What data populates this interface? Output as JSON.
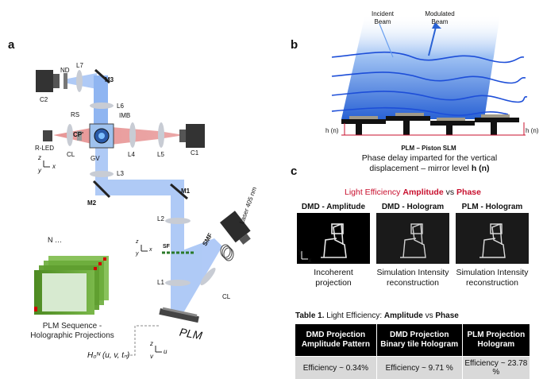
{
  "panel_labels": {
    "a": "a",
    "b": "b",
    "c": "c"
  },
  "setup": {
    "components": {
      "nd": "ND",
      "l7": "L7",
      "m3": "M3",
      "c2": "C2",
      "rs": "RS",
      "imb": "IMB",
      "l6": "L6",
      "cp": "CP'",
      "rled": "R-LED",
      "cl_left": "CL",
      "gv": "GV",
      "l4": "L4",
      "l5": "L5",
      "c1": "C1",
      "l3": "L3",
      "m1": "M1",
      "m2": "M2",
      "l2": "L2",
      "sf": "SF",
      "smf": "SMF",
      "laser": "Laser 405 nm",
      "l1": "L1",
      "cl_right": "CL",
      "plm": "PLM"
    },
    "axes": {
      "z": "z",
      "y": "y",
      "x": "x",
      "v": "v",
      "u": "u"
    },
    "sequence_n": "N",
    "sequence_caption": "PLM Sequence - Holographic Projections",
    "hologram_formula": "H₀ᴺ (u, v, tₙ)"
  },
  "slm": {
    "incident_beam": "Incident Beam",
    "modulated_beam": "Modulated Beam",
    "h_label": "h (n)",
    "device_label": "PLM – Piston SLM",
    "caption_line1": "Phase delay imparted for the vertical",
    "caption_line2_prefix": "displacement – mirror level ",
    "caption_line2_bold": "h (n)"
  },
  "comparison": {
    "title_prefix": "Light Efficiency ",
    "title_amplitude": "Amplitude",
    "title_vs": " vs ",
    "title_phase": "Phase",
    "columns": [
      {
        "header": "DMD - Amplitude",
        "caption": "Incoherent projection"
      },
      {
        "header": "DMD - Hologram",
        "caption": "Simulation Intensity reconstruction"
      },
      {
        "header": "PLM - Hologram",
        "caption": "Simulation Intensity reconstruction"
      }
    ]
  },
  "table": {
    "caption_bold": "Table 1.",
    "caption_text": " Light Efficiency: ",
    "caption_amp": "Amplitude",
    "caption_vs": " vs ",
    "caption_phase": "Phase",
    "headers": [
      "DMD Projection Amplitude Pattern",
      "DMD Projection Binary tile Hologram",
      "PLM Projection Hologram"
    ],
    "values": [
      "Efficiency ~ 0.34%",
      "Efficiency ~ 9.71 %",
      "Efficiency ~ 23.78 %"
    ]
  },
  "colors": {
    "beam_blue": "#5a8fe6",
    "beam_red": "#e06666",
    "hologram_green": "#5f9e2f",
    "accent_red": "#c8102e"
  }
}
